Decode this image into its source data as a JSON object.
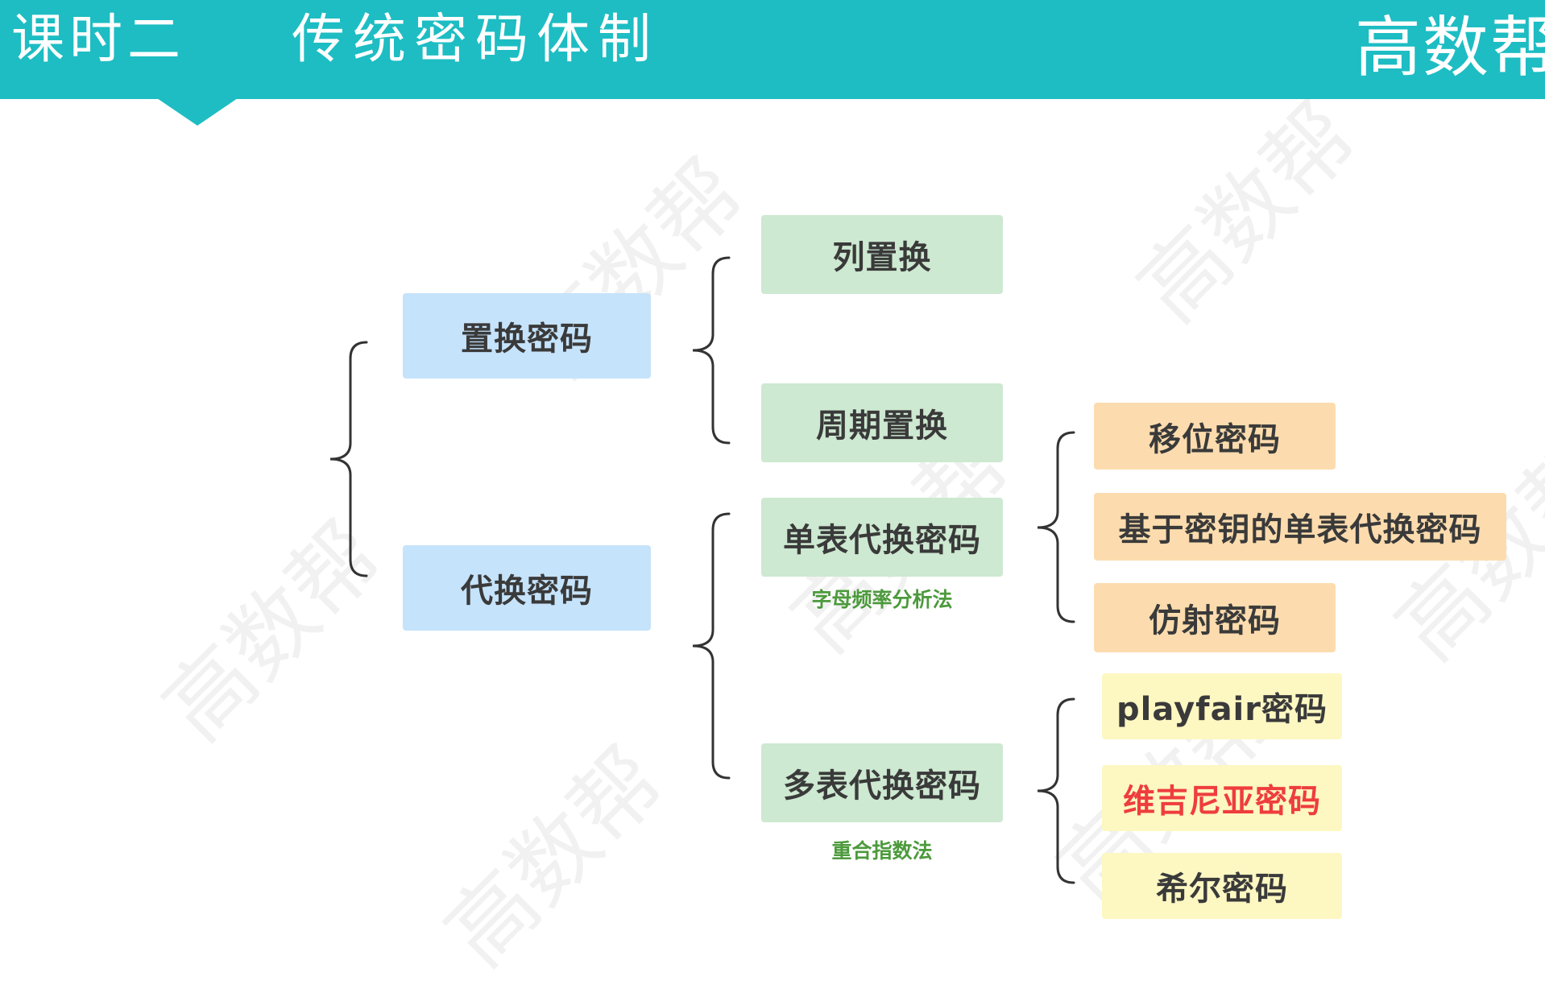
{
  "header": {
    "lesson": "课时二",
    "title": "传统密码体制",
    "logo": "高数帮"
  },
  "watermark": "高数帮",
  "diagram": {
    "level1": {
      "transposition": "置换密码",
      "substitution": "代换密码"
    },
    "level2": {
      "column_transposition": "列置换",
      "periodic_transposition": "周期置换",
      "monoalphabetic": "单表代换密码",
      "monoalphabetic_note": "字母频率分析法",
      "polyalphabetic": "多表代换密码",
      "polyalphabetic_note": "重合指数法"
    },
    "level3": {
      "shift": "移位密码",
      "keyed_mono": "基于密钥的单表代换密码",
      "affine": "仿射密码",
      "playfair": "playfair密码",
      "vigenere": "维吉尼亚密码",
      "hill": "希尔密码"
    }
  },
  "colors": {
    "header": "#1dbdc3",
    "level1": "#c5e3fb",
    "level2": "#cde9d1",
    "mono_children": "#fcdcae",
    "poly_children": "#fdf7c2",
    "highlight_text": "#ee3d3d",
    "note_text": "#4c9a3c"
  }
}
